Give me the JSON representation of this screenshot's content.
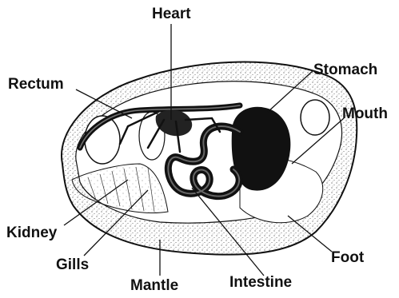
{
  "labels": {
    "heart": "Heart",
    "rectum": "Rectum",
    "stomach": "Stomach",
    "mouth": "Mouth",
    "kidney": "Kidney",
    "gills": "Gills",
    "mantle": "Mantle",
    "intestine": "Intestine",
    "foot": "Foot"
  },
  "colors": {
    "ink": "#111111",
    "shell_fill": "#ffffff",
    "stipple": "#444444"
  }
}
